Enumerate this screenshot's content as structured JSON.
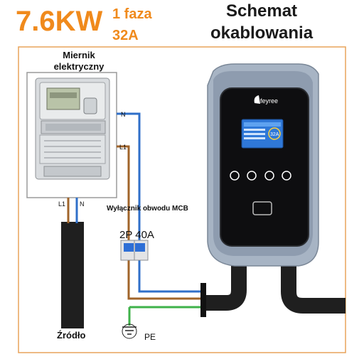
{
  "header": {
    "power": "7.6KW",
    "phase": "1 faza",
    "current": "32A",
    "title_line1": "Schemat",
    "title_line2": "okablowania"
  },
  "meter": {
    "label_line1": "Miernik",
    "label_line2": "elektryczny",
    "terminal_l1": "L1",
    "terminal_n": "N"
  },
  "wires": {
    "n_label": "N",
    "l1_label": "L1"
  },
  "mcb": {
    "label": "Wyłącznik obwodu MCB",
    "rating": "2P 40A"
  },
  "charger": {
    "brand": "feyree",
    "screen_badge": "32A"
  },
  "source": {
    "label": "Źródło"
  },
  "ground": {
    "label": "PE"
  },
  "colors": {
    "accent": "#f08a1c",
    "neutral_wire": "#2f6fc9",
    "live_wire": "#a0642a",
    "earth_wire": "#3fb24a",
    "frame": "#e8a35a"
  }
}
